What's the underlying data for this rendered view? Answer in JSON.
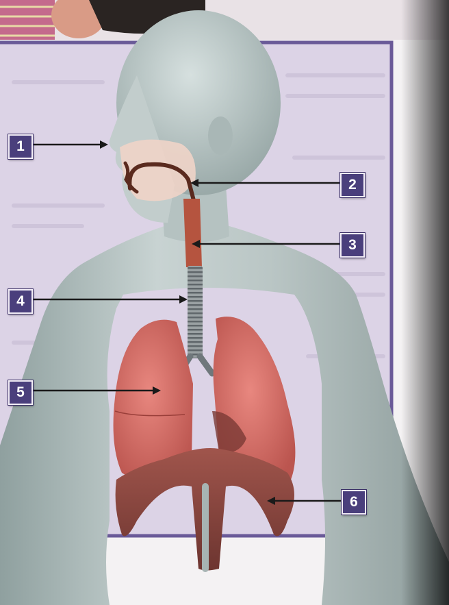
{
  "diagram": {
    "subject": "respiratory-system",
    "labels": [
      {
        "id": "b1",
        "number": "1",
        "target": "nose"
      },
      {
        "id": "b2",
        "number": "2",
        "target": "pharynx"
      },
      {
        "id": "b3",
        "number": "3",
        "target": "larynx"
      },
      {
        "id": "b4",
        "number": "4",
        "target": "trachea"
      },
      {
        "id": "b5",
        "number": "5",
        "target": "lungs"
      },
      {
        "id": "b6",
        "number": "6",
        "target": "diaphragm"
      }
    ]
  },
  "colors": {
    "background_panel": "#dcd3e6",
    "panel_border": "#6a5a98",
    "badge_fill": "#4a3f7c",
    "body": "#b7c4c3",
    "lungs": "#d8736f",
    "diaphragm": "#8e4a43",
    "trachea": "#8c9294",
    "arrow": "#1a1a1a"
  }
}
